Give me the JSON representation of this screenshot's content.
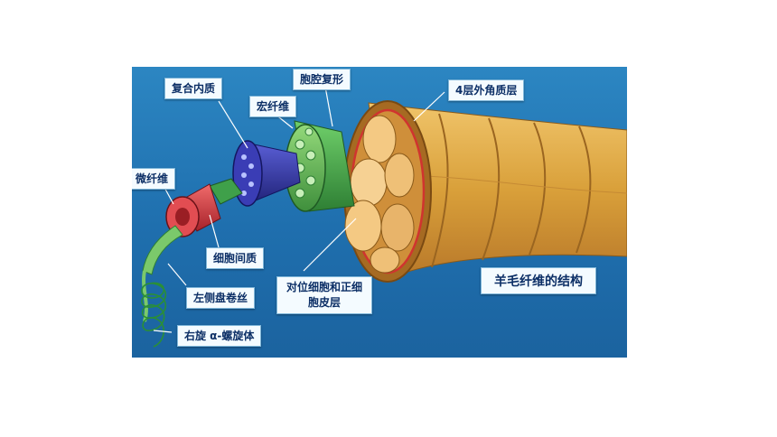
{
  "title": "羊毛纤维的结构",
  "labels": {
    "compound_matrix": "复合内质",
    "cell_lumen": "胞腔复形",
    "macrofibril": "宏纤维",
    "cuticle_layers": "4层外角质层",
    "microfibril": "微纤维",
    "intercellular": "细胞间质",
    "left_coil": "左侧盘卷丝",
    "ortho_para_cortex_line1": "对位细胞和正细",
    "ortho_para_cortex_line2": "胞皮层",
    "alpha_helix": "右旋 α-螺旋体"
  },
  "colors": {
    "background": "#1f6fae",
    "label_bg": "#f4fbff",
    "label_text": "#0c2f66",
    "fiber_gold": "#d9a03a",
    "macrofibril_green": "#3f9b45",
    "matrix_navy": "#2d2f9a",
    "microfibril_red": "#d33b44"
  }
}
